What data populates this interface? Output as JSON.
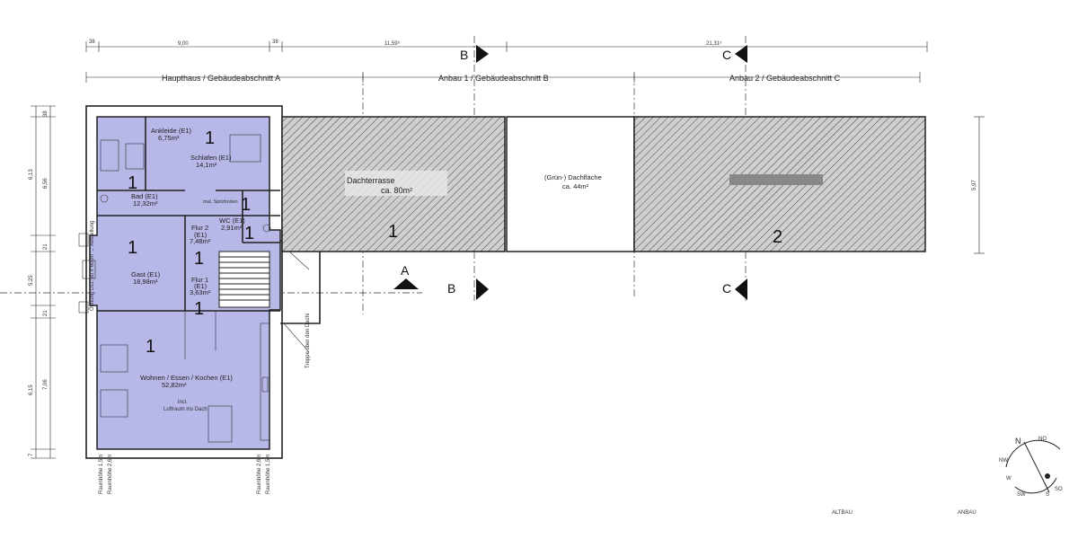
{
  "dimensions_top": {
    "d1": "38",
    "d2": "9,00",
    "d3": "38",
    "d4": "11,59⁵",
    "d5": "21,31⁵"
  },
  "sections": {
    "a": "Haupthaus / Gebäudeabschnitt A",
    "b": "Anbau 1 / Gebäudeabschnitt B",
    "c": "Anbau 2 / Gebäudeabschnitt C"
  },
  "cut_markers": {
    "A": "A",
    "B": "B",
    "C": "C"
  },
  "rooms": {
    "ankleide": {
      "name": "Ankleide (E1)",
      "area": "6,75m²"
    },
    "schlafen": {
      "name": "Schlafen (E1)",
      "area": "14,1m²"
    },
    "bad": {
      "name": "Bad (E1)",
      "area": "12,32m²"
    },
    "flur2": {
      "name": "Flur 2",
      "sub": "(E1)",
      "area": "7,48m²"
    },
    "wc": {
      "name": "WC (E1)",
      "area": "2,91m²"
    },
    "gast": {
      "name": "Gast (E1)",
      "area": "18,98m²"
    },
    "flur1": {
      "name": "Flur 1",
      "sub": "(E1)",
      "area": "3,63m²"
    },
    "wohnen": {
      "name": "Wohnen / Essen / Kochen (E1)",
      "area": "52,82m²",
      "note1": "incl.",
      "note2": "Luftraum ins Dach"
    }
  },
  "roof": {
    "terrace_name": "Dachterrasse",
    "terrace_area": "ca. 80m²",
    "green_name": "(Grün-) Dachfläche",
    "green_area": "ca. 44m²"
  },
  "unit_numbers": {
    "one": "1",
    "two": "2"
  },
  "left_dims": [
    "38",
    "6,13",
    "6,56",
    "21",
    "5,25",
    "21",
    "7,06",
    "6,15",
    "7"
  ],
  "right_dim": "5,97",
  "room_heights": {
    "h1": "Raumhöhe 1,5m",
    "h2": "Raumhöhe 2,6m"
  },
  "misc_notes": {
    "opening": "Öffnung LiLi. 80 x 60cm → Abstellung",
    "small": "mal. Spitzboden",
    "stair_note": "Treppe über den Dachi"
  },
  "compass": {
    "n": "N",
    "no": "NO",
    "nw": "NW",
    "sw": "SW",
    "so": "SO",
    "s": "S",
    "w": "W"
  },
  "legend": {
    "altbau": "ALTBAU",
    "anbau": "ANBAU"
  }
}
